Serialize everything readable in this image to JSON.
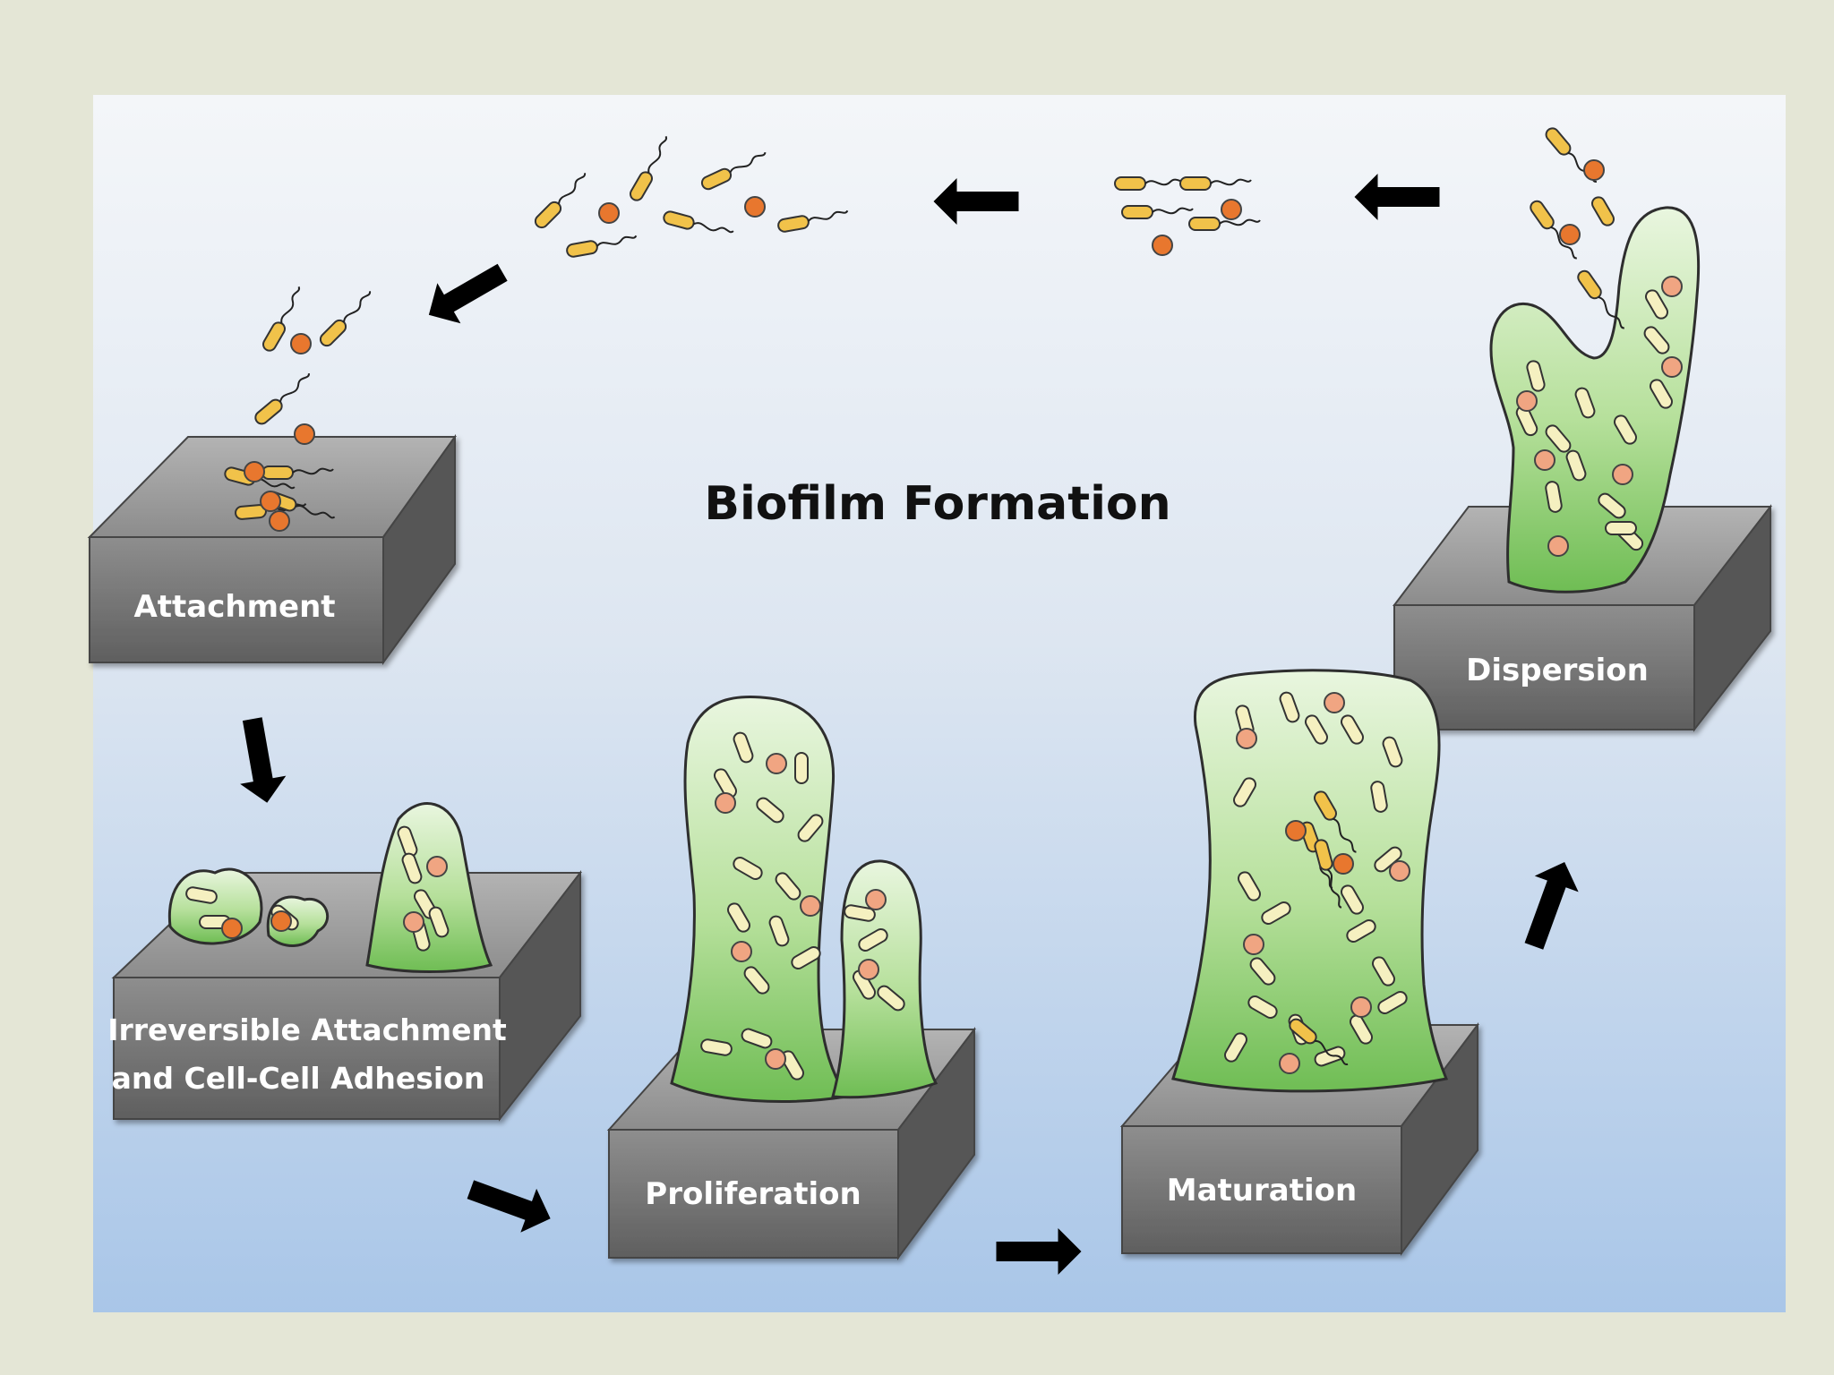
{
  "diagram": {
    "title": "Biofilm Formation",
    "stages": [
      {
        "id": "attachment",
        "label": "Attachment"
      },
      {
        "id": "irreversible",
        "label_line1": "Irreversible Attachment",
        "label_line2": "and Cell-Cell Adhesion"
      },
      {
        "id": "proliferation",
        "label": "Proliferation"
      },
      {
        "id": "maturation",
        "label": "Maturation"
      },
      {
        "id": "dispersion",
        "label": "Dispersion"
      }
    ]
  },
  "colors": {
    "page_background": "#e4e6d6",
    "panel_top": "#f4f6f9",
    "panel_bottom": "#a9c6e8",
    "block_front": "#767676",
    "block_top": "#9a9a9a",
    "block_side": "#5a5a5a",
    "biofilm": "#a9d88f",
    "bacterium_rod": "#f1c24a",
    "bacterium_round": "#e8772e",
    "arrow": "#000000"
  },
  "icons": {
    "bacterium": "rod-bacterium-icon",
    "cell": "round-cell-icon",
    "flow": "arrow-icon"
  }
}
